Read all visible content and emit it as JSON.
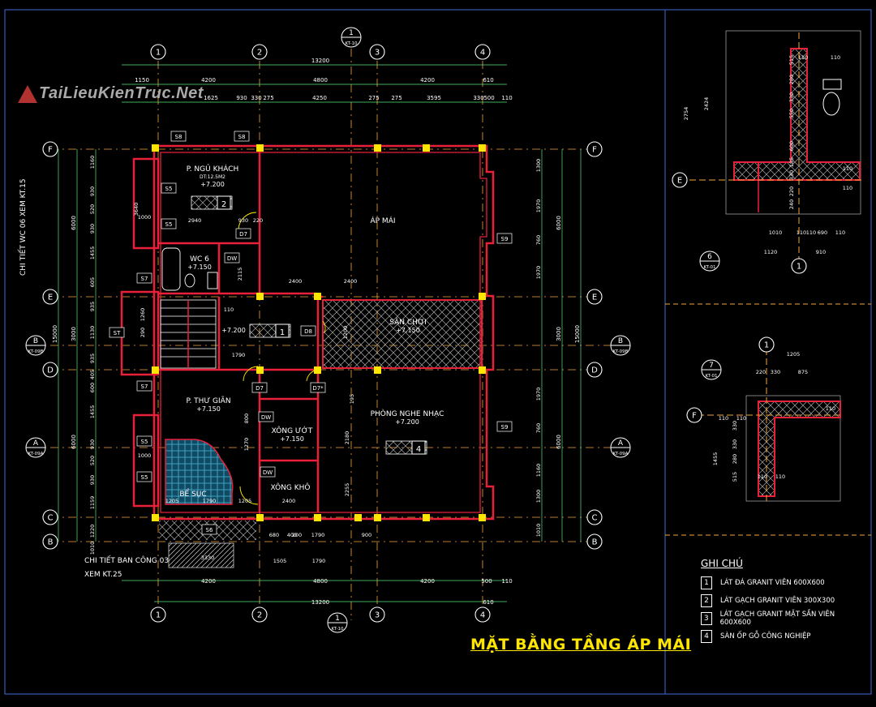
{
  "colors": {
    "background": "#000000",
    "wall": "#e8203a",
    "column": "#ffe600",
    "text": "#ffffff",
    "label": "#ffe640",
    "dimension": "#59e37a",
    "grid_line": "#f2a53b",
    "axis_circle": "#ffffff",
    "frame": "#3f6bd9",
    "hatch": "#b0b0b0",
    "cyan": "#2fd6e6",
    "water": "#3fa6c8",
    "watermark": "#c8c8c8",
    "watermark_accent": "#d23a3a"
  },
  "watermark": {
    "text": "TaiLieuKienTruc.Net"
  },
  "main_plan": {
    "title": "MẶT BẰNG TẦNG ÁP MÁI",
    "axis_top": [
      "1",
      "2",
      "3",
      "4"
    ],
    "axis_left": [
      "F",
      "E",
      "D",
      "C",
      "B",
      "A"
    ],
    "section_top": {
      "num": "1",
      "ref": "KT-10"
    },
    "section_bottom": {
      "num": "1",
      "ref": "KT-10"
    },
    "section_left_B": {
      "letter": "B",
      "ref": "KT-09B"
    },
    "section_right_B": {
      "letter": "B",
      "ref": "KT-09B"
    },
    "section_left_A": {
      "letter": "A",
      "ref": "KT-09A"
    },
    "section_right_A": {
      "letter": "A",
      "ref": "KT-09A"
    },
    "dims_top_total": "13200",
    "dims_top_row1": [
      "1150",
      "4200",
      "4800",
      "4200",
      "610"
    ],
    "dims_top_row2": [
      "1625",
      "930",
      "330",
      "275",
      "4250",
      "275",
      "275",
      "3595",
      "330",
      "500",
      "110"
    ],
    "dims_bottom_row1": [
      "4200",
      "4800",
      "4200",
      "500",
      "110"
    ],
    "dims_bottom_total": "13200",
    "dims_bottom_extra": "610",
    "dims_left_outer": "15000",
    "dims_left_mid": [
      "6000",
      "3000",
      "6000"
    ],
    "dims_left_inner": [
      "1160",
      "930",
      "520",
      "930",
      "1455",
      "605",
      "935",
      "1130",
      "935",
      "405",
      "600",
      "1455",
      "930",
      "520",
      "930",
      "1159",
      "1220",
      "1010"
    ],
    "dims_right_outer": "15000",
    "dims_right_mid": [
      "6000",
      "3000",
      "6000"
    ],
    "dims_right_inner": [
      "1300",
      "1970",
      "760",
      "1970",
      "1970",
      "760",
      "1160",
      "1300",
      "1010"
    ],
    "rooms": [
      {
        "name": "P. NGỦ KHÁCH",
        "area": "DT:12.5M2",
        "level": "+7.200"
      },
      {
        "name": "ÁP MÁI"
      },
      {
        "name": "WC 6",
        "level": "+7.150"
      },
      {
        "name": "SÂN CHƠI",
        "level": "+7.150"
      },
      {
        "name": "P. THƯ GIÃN",
        "level": "+7.150"
      },
      {
        "name": "XÔNG ƯỚT",
        "level": "+7.150"
      },
      {
        "name": "XÔNG KHÔ"
      },
      {
        "name": "PHÒNG NGHE NHẠC",
        "level": "+7.200"
      },
      {
        "name": "BỂ SỤC"
      }
    ],
    "stair_level": "+7.200",
    "tags": [
      "S8",
      "S8",
      "S5",
      "S5",
      "S7",
      "S7",
      "S5",
      "S5",
      "S6",
      "S9",
      "S9",
      "ST",
      "D7",
      "D7",
      "D7*",
      "D8",
      "DW",
      "DW",
      "DW"
    ],
    "material_tags": [
      "2",
      "1",
      "4"
    ],
    "misc_dims": [
      "2940",
      "930",
      "220",
      "2400",
      "2400",
      "1260",
      "1790",
      "110",
      "1200",
      "1205",
      "1790",
      "1205",
      "2400",
      "2180",
      "2255",
      "680",
      "400",
      "200",
      "1790",
      "900",
      "1505",
      "1790",
      "3330",
      "290",
      "3640",
      "1000",
      "1000",
      "1270",
      "800",
      "195",
      "2115"
    ],
    "notes_left_vertical": "CHI TIẾT WC 06 XEM KT.15",
    "notes_balcony": [
      "CHI TIẾT BAN CÔNG 03",
      "XEM KT.25"
    ]
  },
  "detail_6": {
    "num": "6",
    "ref": "KT-01",
    "axis_left": "E",
    "axis_bottom": "1",
    "dims_top": [
      "110",
      "110"
    ],
    "dims_left_a": [
      "2754",
      "2424"
    ],
    "dims_left_b": [
      "515",
      "280",
      "330",
      "550",
      "600",
      "185",
      "330",
      "220",
      "240"
    ],
    "dims_right": [
      "110",
      "110"
    ],
    "dims_bottom_row1": [
      "1010",
      "110",
      "110",
      "690",
      "110"
    ],
    "dims_bottom_row2": [
      "1120",
      "910"
    ]
  },
  "detail_7": {
    "num": "7",
    "ref": "KT-01",
    "axis_left": "F",
    "axis_top": "1",
    "dims_top_a": "1205",
    "dims_top_b": [
      "220",
      "330",
      "875"
    ],
    "dims_left_outer": "1455",
    "dims_left": [
      "330",
      "330",
      "280",
      "515"
    ],
    "dims_misc": [
      "110",
      "110",
      "110",
      "110",
      "110"
    ]
  },
  "legend": {
    "title": "GHI CHÚ",
    "items": [
      {
        "num": "1",
        "text": "LÁT ĐÁ GRANIT VIÊN 600X600"
      },
      {
        "num": "2",
        "text": "LÁT GẠCH GRANIT VIÊN 300X300"
      },
      {
        "num": "3",
        "text": "LÁT GẠCH GRANIT MẶT SẦN VIÊN 600X600"
      },
      {
        "num": "4",
        "text": "SÀN ỐP GỖ CÔNG NGHIỆP"
      }
    ]
  }
}
